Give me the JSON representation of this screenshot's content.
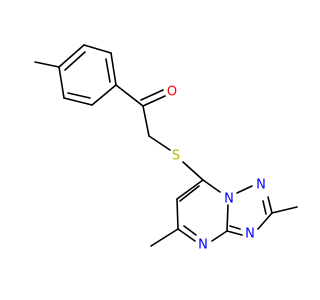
{
  "molecule": {
    "atom_labels": {
      "carbonyl_oxygen": "O",
      "thioether_sulfur": "S",
      "bridgehead_nitrogen": "N",
      "triazole_n2": "N",
      "triazole_n4": "N",
      "pyrimidine_n": "N"
    }
  },
  "colors": {
    "bond": "#000000",
    "oxygen": "#ff0000",
    "sulfur": "#b8b800",
    "nitrogen": "#0000ff",
    "background": "#ffffff"
  }
}
